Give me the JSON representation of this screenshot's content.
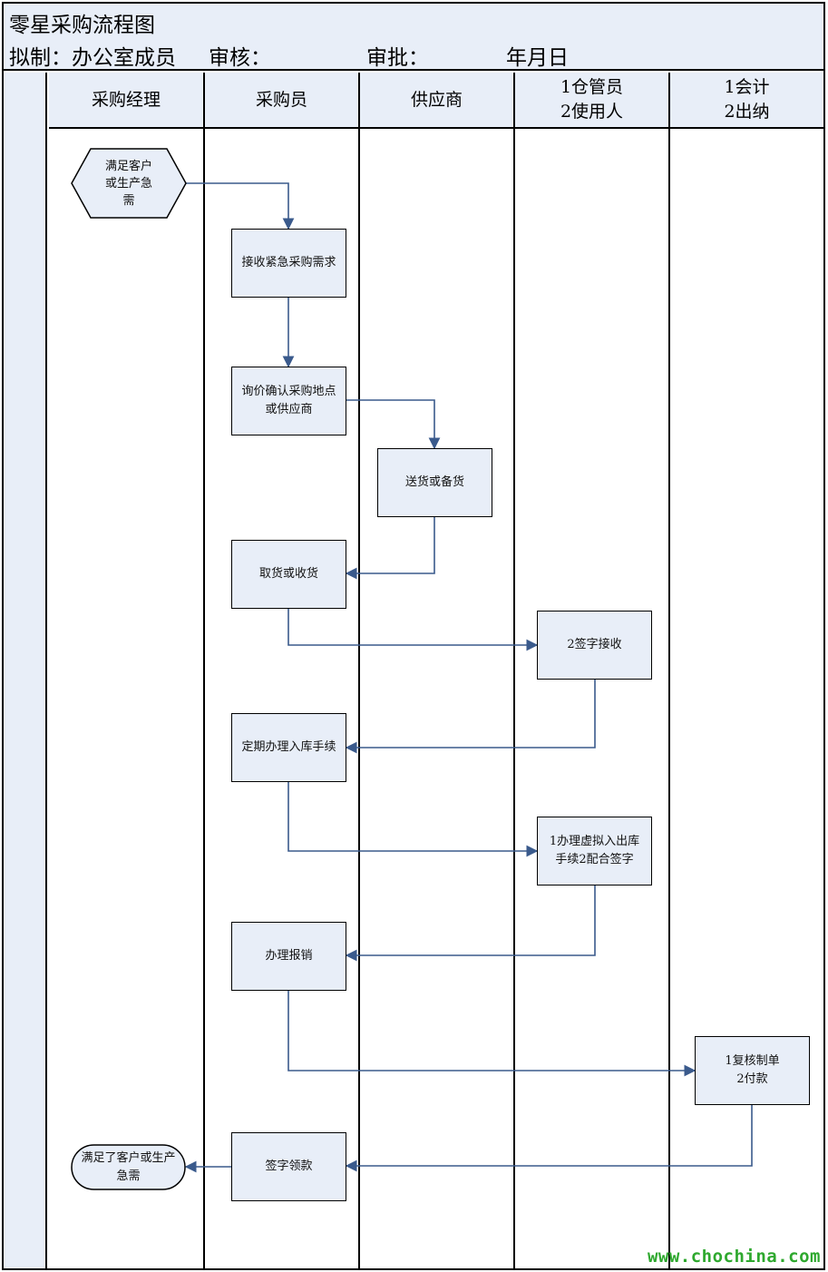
{
  "header": {
    "title": "零星采购流程图",
    "prepared_by": "拟制：办公室成员",
    "reviewed_by": "审核：",
    "approved_by": "审批：",
    "date": "年月日"
  },
  "lanes": [
    {
      "id": "manager",
      "lines": [
        "采购经理"
      ]
    },
    {
      "id": "buyer",
      "lines": [
        "采购员"
      ]
    },
    {
      "id": "supplier",
      "lines": [
        "供应商"
      ]
    },
    {
      "id": "warehouse",
      "lines": [
        "1仓管员",
        "2使用人"
      ]
    },
    {
      "id": "finance",
      "lines": [
        "1会计",
        "2出纳"
      ]
    }
  ],
  "nodes": [
    {
      "id": "start",
      "shape": "hexagon",
      "lines": [
        "满足客户",
        "或生产急",
        "需"
      ]
    },
    {
      "id": "receive-request",
      "shape": "box",
      "lines": [
        "接收紧急采购需求"
      ]
    },
    {
      "id": "inquire-price",
      "shape": "box",
      "lines": [
        "询价确认采购地点",
        "或供应商"
      ]
    },
    {
      "id": "deliver",
      "shape": "box",
      "lines": [
        "送货或备货"
      ]
    },
    {
      "id": "pickup",
      "shape": "box",
      "lines": [
        "取货或收货"
      ]
    },
    {
      "id": "sign-receipt",
      "shape": "box",
      "lines": [
        "2签字接收"
      ]
    },
    {
      "id": "stock-in",
      "shape": "box",
      "lines": [
        "定期办理入库手续"
      ]
    },
    {
      "id": "virtual-io",
      "shape": "box",
      "lines": [
        "1办理虚拟入出库",
        "手续2配合签字"
      ]
    },
    {
      "id": "reimburse",
      "shape": "box",
      "lines": [
        "办理报销"
      ]
    },
    {
      "id": "review-pay",
      "shape": "box",
      "lines": [
        "1复核制单",
        "2付款"
      ]
    },
    {
      "id": "sign-collect",
      "shape": "box",
      "lines": [
        "签字领款"
      ]
    },
    {
      "id": "end",
      "shape": "terminator",
      "lines": [
        "满足了客户或生产",
        "急需"
      ]
    }
  ],
  "edges": [
    {
      "from": "start",
      "to": "receive-request"
    },
    {
      "from": "receive-request",
      "to": "inquire-price"
    },
    {
      "from": "inquire-price",
      "to": "deliver"
    },
    {
      "from": "deliver",
      "to": "pickup"
    },
    {
      "from": "pickup",
      "to": "sign-receipt"
    },
    {
      "from": "sign-receipt",
      "to": "stock-in"
    },
    {
      "from": "stock-in",
      "to": "virtual-io"
    },
    {
      "from": "virtual-io",
      "to": "reimburse"
    },
    {
      "from": "reimburse",
      "to": "review-pay"
    },
    {
      "from": "review-pay",
      "to": "sign-collect"
    },
    {
      "from": "sign-collect",
      "to": "end"
    }
  ],
  "watermark": "www.chochina.com",
  "colors": {
    "fill": "#e8eef8",
    "stroke": "#000000",
    "arrow": "#3a5a8c",
    "watermark": "#2ea82e"
  }
}
